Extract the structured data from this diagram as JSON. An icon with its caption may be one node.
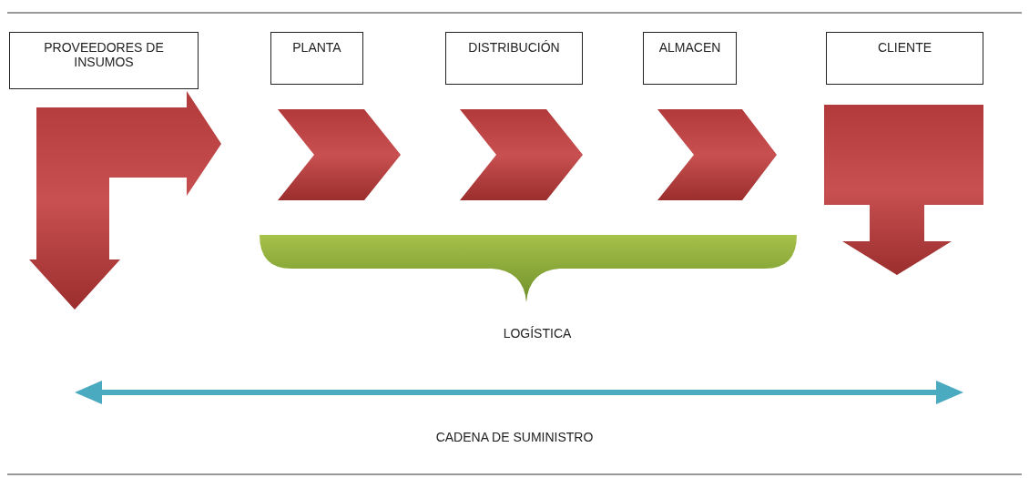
{
  "diagram": {
    "nodes": [
      {
        "text": [
          "PROVEEDORES DE INSUMOS"
        ]
      },
      {
        "text": [
          "PLANTA"
        ]
      },
      {
        "text": [
          "DISTRIBUCIÓN"
        ]
      },
      {
        "text": [
          "ALMACEN"
        ]
      },
      {
        "text": [
          "CLIENTE"
        ]
      }
    ],
    "edges": [],
    "labels": [
      "LOGÍSTICA",
      "CADENA DE SUMINISTRO"
    ]
  }
}
